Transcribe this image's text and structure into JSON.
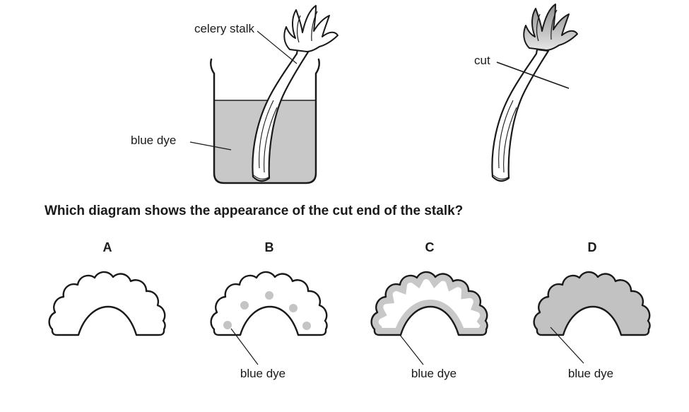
{
  "question": "Which diagram shows the appearance of the cut end of the stalk?",
  "apparatus": {
    "celery_stalk_label": "celery stalk",
    "blue_dye_label": "blue dye",
    "cut_label": "cut"
  },
  "options": [
    {
      "letter": "A",
      "label": ""
    },
    {
      "letter": "B",
      "label": "blue dye"
    },
    {
      "letter": "C",
      "label": "blue dye"
    },
    {
      "letter": "D",
      "label": "blue dye"
    }
  ],
  "colors": {
    "paper": "#ffffff",
    "ink": "#1a1a1a",
    "dye": "#c8c8c8",
    "dot": "#c4c4c4",
    "band": "#c8c8c8",
    "dfill": "#c2c2c2",
    "leaf-top": "#8e8e8e",
    "leaf-bottom": "#e6e6e6"
  }
}
